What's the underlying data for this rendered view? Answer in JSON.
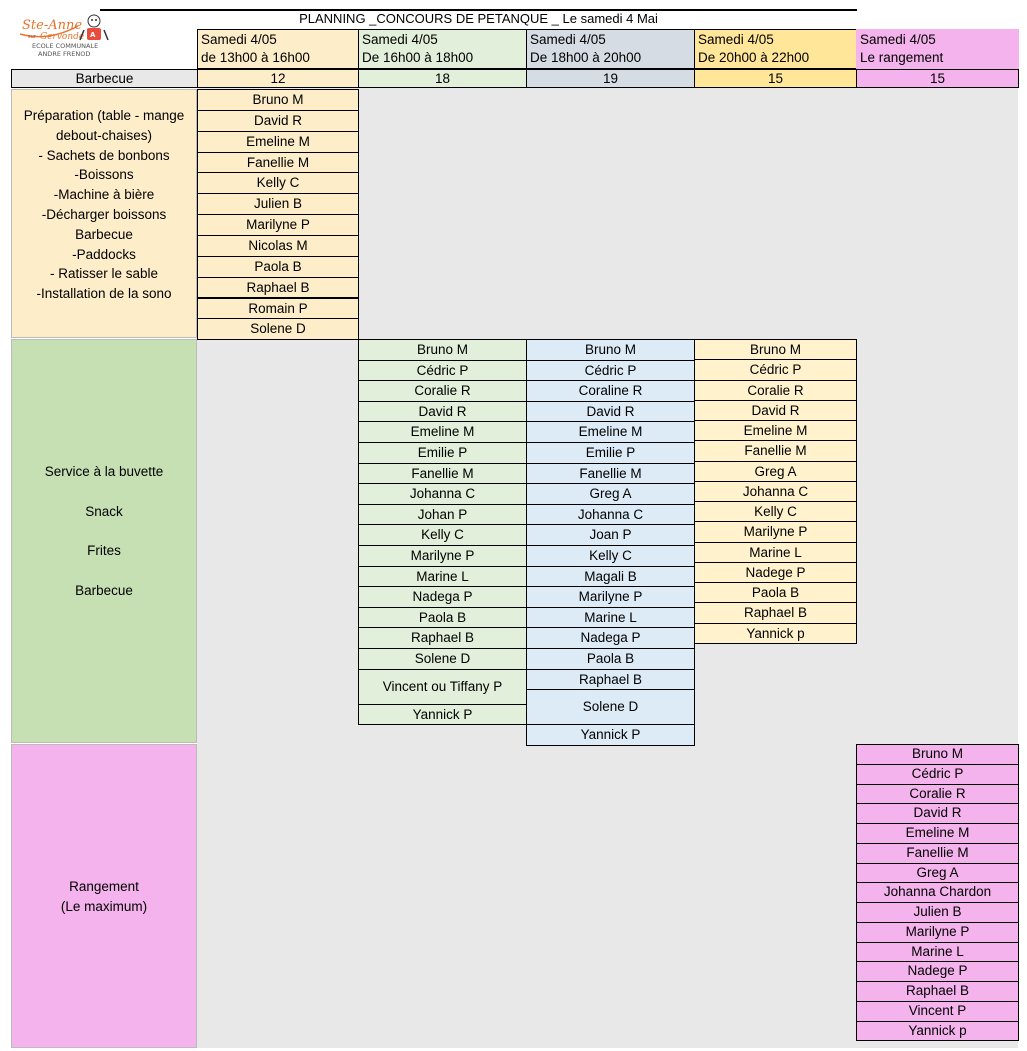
{
  "title": "PLANNING _CONCOURS DE PETANQUE _ Le samedi 4 Mai",
  "logo": {
    "line1": "Ste-Anne",
    "line2": "sur",
    "line3": "Gervonde",
    "line4": "ECOLE COMMUNALE",
    "line5": "ANDRE FRENOD"
  },
  "row_label": "Barbecue",
  "colors": {
    "col1": "#fdedc9",
    "col2": "#e2efda",
    "col3_header": "#d6dce4",
    "col3_cells": "#ddebf7",
    "col4": "#ffe699",
    "col4_cells": "#fff2cc",
    "col5": "#f4b3ec",
    "prep_section": "#fdedc9",
    "service_section": "#c6e0b4",
    "rangement_section": "#f4b3ec",
    "grid_background": "#e8e8e8"
  },
  "columns": [
    {
      "line1": "Samedi 4/05",
      "line2": "de 13h00 à 16h00",
      "count": "12"
    },
    {
      "line1": "Samedi 4/05",
      "line2": "De 16h00 à 18h00",
      "count": "18"
    },
    {
      "line1": "Samedi 4/05",
      "line2": "De 18h00 à 20h00",
      "count": "19"
    },
    {
      "line1": "Samedi 4/05",
      "line2": "De 20h00 à 22h00",
      "count": "15"
    },
    {
      "line1": "Samedi 4/05",
      "line2": "Le rangement",
      "count": "15"
    }
  ],
  "sections": {
    "preparation": {
      "lines": [
        "Préparation  (table - mange",
        "debout-chaises)",
        "- Sachets de bonbons",
        "-Boissons",
        "-Machine à bière",
        "-Décharger boissons",
        "Barbecue",
        "-Paddocks",
        "- Ratisser le sable",
        "-Installation de la sono"
      ]
    },
    "service": {
      "lines": [
        "Service à la buvette",
        "Snack",
        "Frites",
        "Barbecue"
      ]
    },
    "rangement": {
      "lines": [
        "Rangement",
        "(Le maximum)"
      ]
    }
  },
  "col1_people": [
    "Bruno M",
    "David R",
    "Emeline M",
    "Fanellie M",
    "Kelly C",
    "Julien B",
    "Marilyne P",
    "Nicolas M",
    "Paola B",
    "Raphael B",
    "Romain P",
    "Solene D"
  ],
  "col2_people": [
    "Bruno M",
    "Cédric P",
    "Coralie R",
    "David R",
    "Emeline M",
    "Emilie P",
    "Fanellie M",
    "Johanna C",
    "Johan P",
    "Kelly C",
    "Marilyne P",
    "Marine L",
    "Nadega P",
    "Paola B",
    "Raphael B",
    "Solene D",
    "Vincent ou Tiffany P",
    "Yannick P"
  ],
  "col3_people": [
    "Bruno M",
    "Cédric P",
    "Coraline R",
    "David R",
    "Emeline M",
    "Emilie P",
    "Fanellie M",
    "Greg A",
    "Johanna C",
    "Joan P",
    "Kelly C",
    "Magali B",
    "Marilyne P",
    "Marine L",
    "Nadega P",
    "Paola B",
    "Raphael B",
    "Solene D",
    "Yannick P"
  ],
  "col4_people": [
    "Bruno M",
    "Cédric P",
    "Coralie R",
    "David R",
    "Emeline M",
    "Fanellie M",
    "Greg A",
    "Johanna C",
    "Kelly C",
    "Marilyne P",
    "Marine L",
    "Nadege P",
    "Paola B",
    "Raphael B",
    "Yannick p"
  ],
  "col5_people": [
    "Bruno M",
    "Cédric P",
    "Coralie R",
    "David R",
    "Emeline M",
    "Fanellie M",
    "Greg A",
    "Johanna Chardon",
    "Julien B",
    "Marilyne P",
    "Marine L",
    "Nadege P",
    "Raphael B",
    "Vincent P",
    "Yannick p"
  ]
}
